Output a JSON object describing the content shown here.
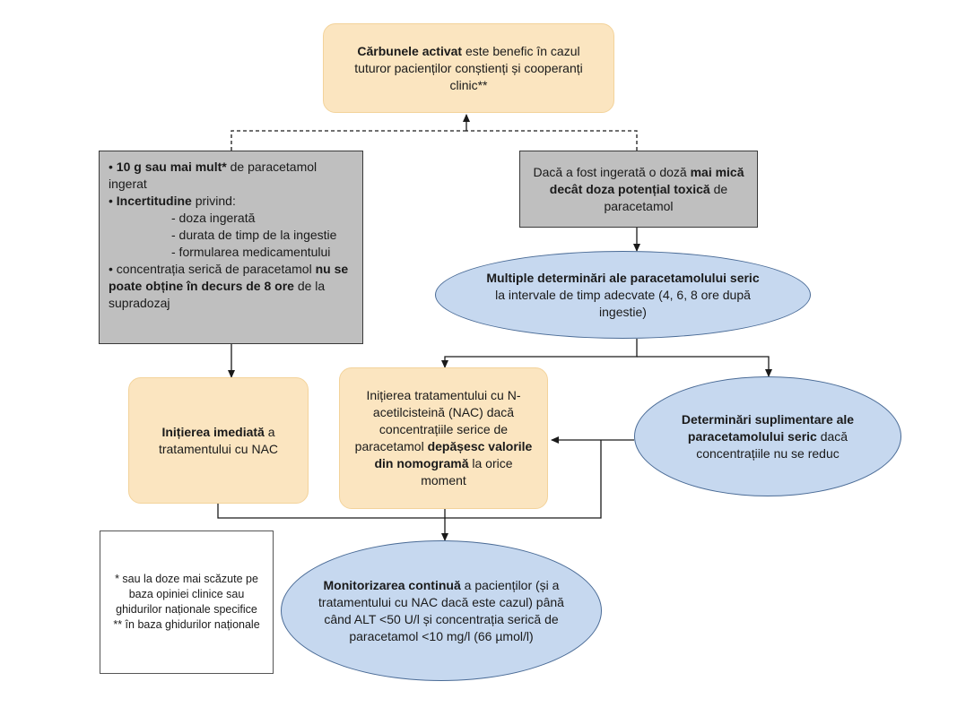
{
  "colors": {
    "orange_fill": "#fbe5c0",
    "gray_fill": "#bfbfbf",
    "blue_fill": "#c6d8ef",
    "blue_border": "#4a6b96",
    "line": "#1a1a1a"
  },
  "top_box": {
    "bold": "Cărbunele activat",
    "rest": " este benefic în cazul tuturor pacienților conștienți și cooperanți clinic**"
  },
  "left_gray": {
    "b1_bullet": "• ",
    "b1_bold": "10 g sau mai mult*",
    "b1_rest": " de paracetamol ingerat",
    "b2_bullet": "• ",
    "b2_bold": "Incertitudine",
    "b2_rest": " privind:",
    "sub1": "- doza ingerată",
    "sub2": "- durata de timp de la ingestie",
    "sub3": "- formularea medicamentului",
    "b3_rest": "• concentrația serică de paracetamol ",
    "b3_bold": "nu se poate obține în decurs de 8 ore",
    "b3_tail": " de la supradozaj"
  },
  "right_gray": {
    "pre": "Dacă a fost ingerată o doză ",
    "bold": "mai mică decât doza potențial toxică",
    "post": " de paracetamol"
  },
  "multiple_ellipse": {
    "bold": "Multiple determinări ale paracetamolului seric",
    "rest": " la intervale de timp adecvate (4, 6, 8 ore după ingestie)"
  },
  "immediate_box": {
    "bold": "Inițierea imediată",
    "rest": " a tratamentului cu NAC"
  },
  "nac_box": {
    "pre": "Inițierea tratamentului cu N-acetilcisteină (NAC) dacă concentrațiile serice de paracetamol ",
    "bold": "depășesc valorile din nomogramă",
    "post": " la orice moment"
  },
  "extra_ellipse": {
    "bold": "Determinări suplimentare ale paracetamolului seric",
    "rest": " dacă concentrațiile nu se reduc"
  },
  "monitor_ellipse": {
    "bold": "Monitorizarea continuă",
    "rest": " a pacienților (și a tratamentului cu NAC dacă este cazul) până când ALT <50 U/l și concentrația serică de paracetamol <10 mg/l (66 µmol/l)"
  },
  "note_box": {
    "line1": "* sau la doze mai scăzute pe baza opiniei clinice sau ghidurilor naționale specifice",
    "line2": "** în baza ghidurilor naționale"
  }
}
